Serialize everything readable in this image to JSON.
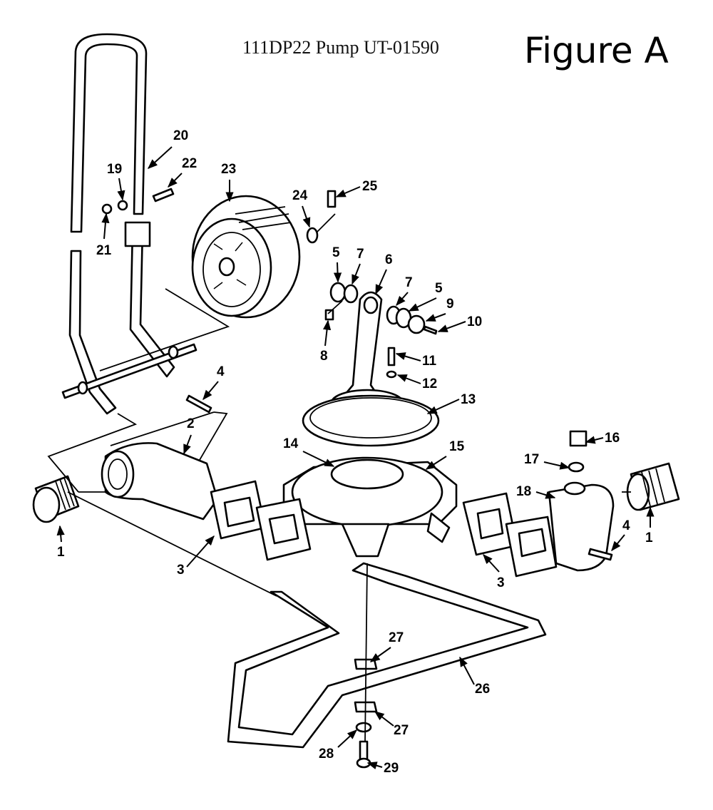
{
  "header": {
    "title": "111DP22 Pump UT-01590",
    "figure_label": "Figure A"
  },
  "callouts": [
    {
      "id": "1a",
      "label": "1"
    },
    {
      "id": "1b",
      "label": "1"
    },
    {
      "id": "2",
      "label": "2"
    },
    {
      "id": "3a",
      "label": "3"
    },
    {
      "id": "3b",
      "label": "3"
    },
    {
      "id": "4a",
      "label": "4"
    },
    {
      "id": "4b",
      "label": "4"
    },
    {
      "id": "5a",
      "label": "5"
    },
    {
      "id": "5b",
      "label": "5"
    },
    {
      "id": "6",
      "label": "6"
    },
    {
      "id": "7a",
      "label": "7"
    },
    {
      "id": "7b",
      "label": "7"
    },
    {
      "id": "8",
      "label": "8"
    },
    {
      "id": "9",
      "label": "9"
    },
    {
      "id": "10",
      "label": "10"
    },
    {
      "id": "11",
      "label": "11"
    },
    {
      "id": "12",
      "label": "12"
    },
    {
      "id": "13",
      "label": "13"
    },
    {
      "id": "14",
      "label": "14"
    },
    {
      "id": "15",
      "label": "15"
    },
    {
      "id": "16",
      "label": "16"
    },
    {
      "id": "17",
      "label": "17"
    },
    {
      "id": "18",
      "label": "18"
    },
    {
      "id": "19",
      "label": "19"
    },
    {
      "id": "20",
      "label": "20"
    },
    {
      "id": "21",
      "label": "21"
    },
    {
      "id": "22",
      "label": "22"
    },
    {
      "id": "23",
      "label": "23"
    },
    {
      "id": "24",
      "label": "24"
    },
    {
      "id": "25",
      "label": "25"
    },
    {
      "id": "26",
      "label": "26"
    },
    {
      "id": "27a",
      "label": "27"
    },
    {
      "id": "27b",
      "label": "27"
    },
    {
      "id": "28",
      "label": "28"
    },
    {
      "id": "29",
      "label": "29"
    }
  ]
}
